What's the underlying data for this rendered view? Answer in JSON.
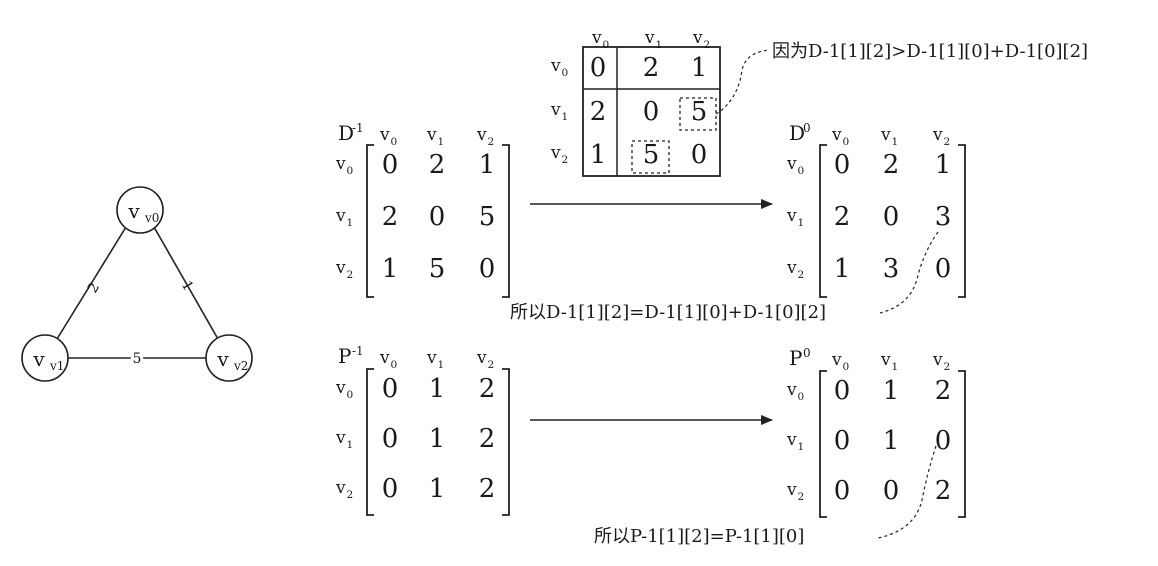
{
  "graph": {
    "nodes": [
      "v0",
      "v1",
      "v2"
    ],
    "edges": [
      {
        "from": "v0",
        "to": "v1",
        "weight": "2"
      },
      {
        "from": "v0",
        "to": "v2",
        "weight": "1"
      },
      {
        "from": "v1",
        "to": "v2",
        "weight": "5"
      }
    ]
  },
  "vertex_labels": [
    "v0",
    "v1",
    "v2"
  ],
  "matrices": {
    "D_minus1": {
      "label": "D",
      "sup": "-1",
      "rows": [
        [
          "0",
          "2",
          "1"
        ],
        [
          "2",
          "0",
          "5"
        ],
        [
          "1",
          "5",
          "0"
        ]
      ]
    },
    "D_0": {
      "label": "D",
      "sup": "0",
      "rows": [
        [
          "0",
          "2",
          "1"
        ],
        [
          "2",
          "0",
          "3"
        ],
        [
          "1",
          "3",
          "0"
        ]
      ]
    },
    "P_minus1": {
      "label": "P",
      "sup": "-1",
      "rows": [
        [
          "0",
          "1",
          "2"
        ],
        [
          "0",
          "1",
          "2"
        ],
        [
          "0",
          "1",
          "2"
        ]
      ]
    },
    "P_0": {
      "label": "P",
      "sup": "0",
      "rows": [
        [
          "0",
          "1",
          "2"
        ],
        [
          "0",
          "1",
          "0"
        ],
        [
          "0",
          "0",
          "2"
        ]
      ]
    },
    "table": {
      "rows": [
        [
          "0",
          "2",
          "1"
        ],
        [
          "2",
          "0",
          "5"
        ],
        [
          "1",
          "5",
          "0"
        ]
      ]
    }
  },
  "annotations": {
    "because": "因为D-1[1][2]>D-1[1][0]+D-1[0][2]",
    "so_d": "所以D-1[1][2]=D-1[1][0]+D-1[0][2]",
    "so_p": "所以P-1[1][2]=P-1[1][0]"
  }
}
